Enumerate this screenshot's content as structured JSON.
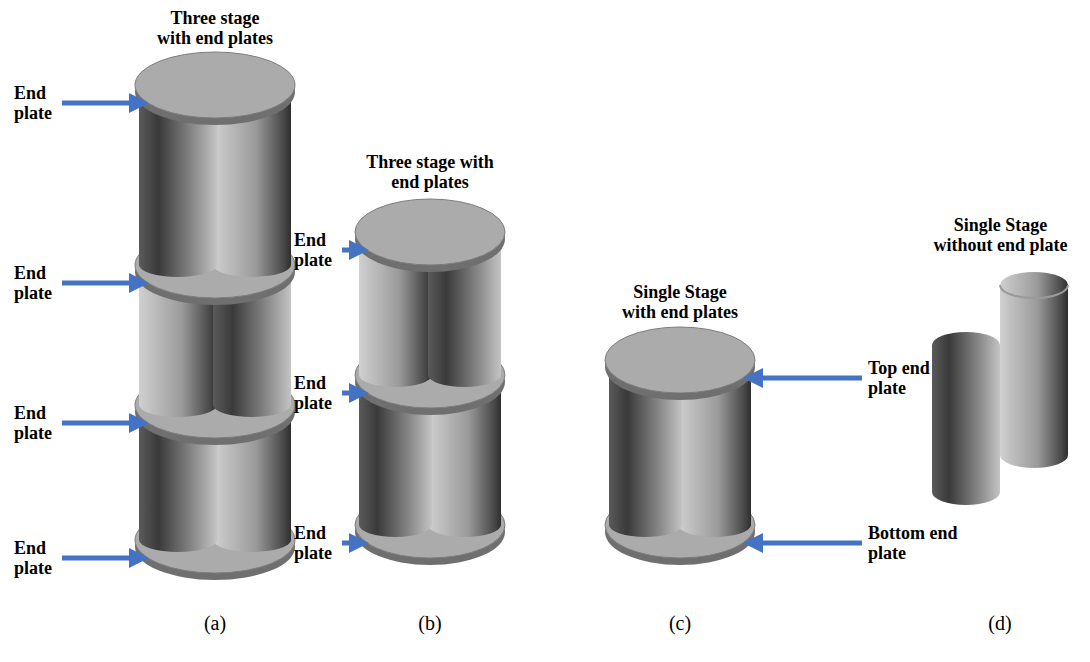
{
  "diagram": {
    "labels": [
      "Three stage with end plates",
      "End plate",
      "End plate",
      "End plate",
      "End plate",
      "Three stage with end plates",
      "End plate",
      "End plate",
      "End plate",
      "Single Stage with end plates",
      "Top end plate",
      "Bottom end plate",
      "Single Stage without end plate",
      "(a)",
      "(b)",
      "(c)",
      "(d)"
    ]
  }
}
